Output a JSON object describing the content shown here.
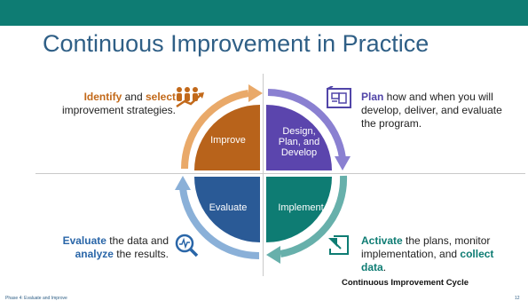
{
  "header": {
    "title": "Continuous Improvement in Practice"
  },
  "cycle": {
    "quadrants": [
      {
        "label": "Improve",
        "color": "#b8631b"
      },
      {
        "label_lines": [
          "Design,",
          "Plan, and",
          "Develop"
        ],
        "color": "#5b45ad"
      },
      {
        "label": "Implement",
        "color": "#0e7c73"
      },
      {
        "label": "Evaluate",
        "color": "#2a5a96"
      }
    ],
    "arrow_colors": {
      "orange": "#e9a969",
      "purple": "#8a80d1",
      "teal": "#67b0ab",
      "blue": "#8ab0d8"
    }
  },
  "notes": {
    "top_left": {
      "kw1": "Identify",
      "t1": " and ",
      "kw2": "select",
      "t2": " improvement strategies."
    },
    "top_right": {
      "kw1": "Plan",
      "t1": " how and when you will develop, deliver, and evaluate the program."
    },
    "bottom_left": {
      "kw1": "Evaluate",
      "t1": " the data and ",
      "kw2": "analyze",
      "t2": " the results."
    },
    "bottom_right": {
      "kw1": "Activate",
      "t1": " the plans, monitor implementation, and ",
      "kw2": "collect data",
      "t2": "."
    }
  },
  "caption": "Continuous Improvement Cycle",
  "footer": {
    "left": "Phase 4: Evaluate and Improve",
    "page_number": "12"
  },
  "icons": [
    "people-growth-icon",
    "blueprint-icon",
    "magnifier-chart-icon",
    "return-arrow-icon"
  ]
}
